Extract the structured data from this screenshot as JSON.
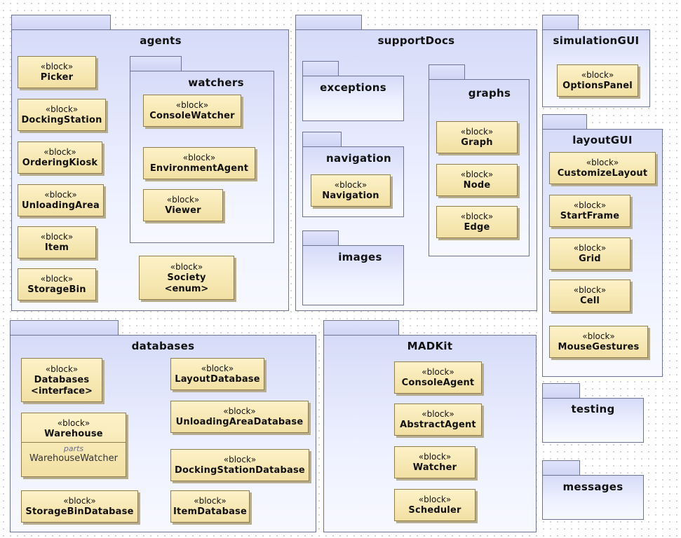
{
  "packages": {
    "agents": "agents",
    "watchers": "watchers",
    "supportDocs": "supportDocs",
    "exceptions": "exceptions",
    "graphs": "graphs",
    "navigation": "navigation",
    "images": "images",
    "simulationGUI": "simulationGUI",
    "layoutGUI": "layoutGUI",
    "databases": "databases",
    "madkit": "MADKit",
    "testing": "testing",
    "messages": "messages"
  },
  "stereotype": "«block»",
  "blocks": {
    "picker": "Picker",
    "dockingStation": "DockingStation",
    "orderingKiosk": "OrderingKiosk",
    "unloadingArea": "UnloadingArea",
    "item": "Item",
    "storageBin": "StorageBin",
    "consoleWatcher": "ConsoleWatcher",
    "environmentAgent": "EnvironmentAgent",
    "viewer": "Viewer",
    "society": "Society",
    "societySub": "<enum>",
    "graph": "Graph",
    "node": "Node",
    "edge": "Edge",
    "navigation": "Navigation",
    "optionsPanel": "OptionsPanel",
    "customizeLayout": "CustomizeLayout",
    "startFrame": "StartFrame",
    "grid": "Grid",
    "cell": "Cell",
    "mouseGestures": "MouseGestures",
    "databasesIface": "Databases",
    "databasesIfaceSub": "<interface>",
    "warehouse": "Warehouse",
    "warehousePartsLabel": "parts",
    "warehousePart": "WarehouseWatcher",
    "storageBinDatabase": "StorageBinDatabase",
    "layoutDatabase": "LayoutDatabase",
    "unloadingAreaDatabase": "UnloadingAreaDatabase",
    "dockingStationDatabase": "DockingStationDatabase",
    "itemDatabase": "ItemDatabase",
    "consoleAgent": "ConsoleAgent",
    "abstractAgent": "AbstractAgent",
    "watcher": "Watcher",
    "scheduler": "Scheduler"
  }
}
